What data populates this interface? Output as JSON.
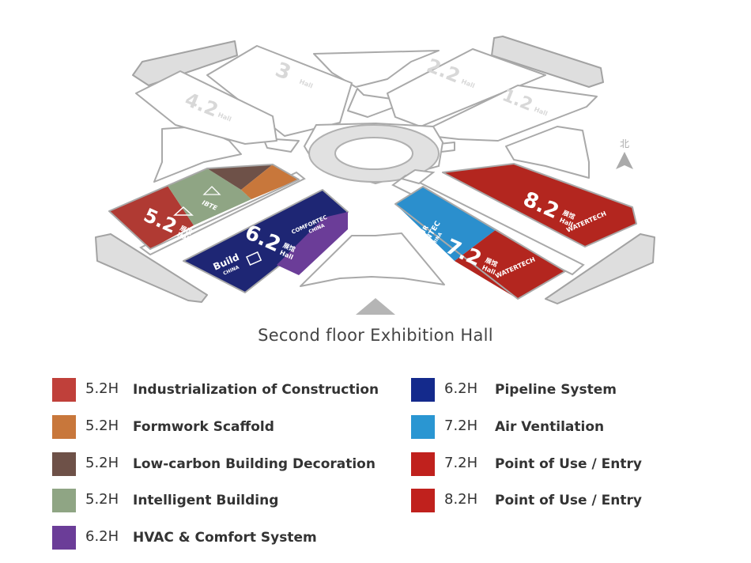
{
  "caption": "Second floor Exhibition Hall",
  "compass": "北",
  "halls": {
    "h3": "3",
    "h42": "4.2",
    "h22": "2.2",
    "h12": "1.2",
    "h52": "5.2",
    "h62": "6.2",
    "h72": "7.2",
    "h82": "8.2",
    "hall_cn": "展馆",
    "hall_en": "Hall"
  },
  "logos": {
    "ibte": "IBTE",
    "comfortec": "COMFORTEC",
    "china": "CHINA",
    "build": "Build",
    "air": "AIR",
    "ventec": "VENTEC",
    "watertech": "WATERTECH"
  },
  "colors": {
    "red": "#b03a33",
    "orange": "#c8773b",
    "brown": "#6e5148",
    "green": "#8fa584",
    "purple": "#6b3d98",
    "navy": "#1e2674",
    "blue": "#2b8fcd",
    "deep_red": "#b3261f",
    "grey_outline": "#a9a9a9",
    "grey_fill": "#dedede"
  },
  "legend": {
    "left": [
      {
        "hall": "5.2H",
        "label": "Industrialization of Construction",
        "color": "#c0403a"
      },
      {
        "hall": "5.2H",
        "label": "Formwork Scaffold",
        "color": "#c8773b"
      },
      {
        "hall": "5.2H",
        "label": "Low-carbon Building Decoration",
        "color": "#6e5148"
      },
      {
        "hall": "5.2H",
        "label": "Intelligent Building",
        "color": "#8fa584"
      },
      {
        "hall": "6.2H",
        "label": "HVAC & Comfort System",
        "color": "#6b3d98"
      }
    ],
    "right": [
      {
        "hall": "6.2H",
        "label": "Pipeline System",
        "color": "#142a8c"
      },
      {
        "hall": "7.2H",
        "label": "Air Ventilation",
        "color": "#2a96d2"
      },
      {
        "hall": "7.2H",
        "label": "Point of Use / Entry",
        "color": "#c0211d"
      },
      {
        "hall": "8.2H",
        "label": "Point of Use / Entry",
        "color": "#c0211d"
      }
    ]
  }
}
